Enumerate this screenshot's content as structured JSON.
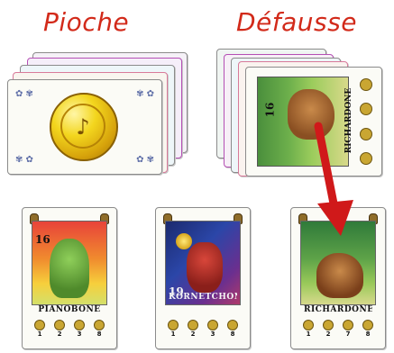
{
  "labels": {
    "draw_pile": "Pioche",
    "discard_pile": "Défausse"
  },
  "colors": {
    "label_red": "#d22a1a",
    "arrow_red": "#d0191a"
  },
  "icons": {
    "draw_pile_coin": "gold-coin-icon",
    "move_arrow": "arrow-down-right-icon",
    "suit_marker": "acorn-icon"
  },
  "discard_top_card": {
    "number": "16",
    "title": "RICHARDONE"
  },
  "hand_cards": [
    {
      "number": "16",
      "title": "PIANOBONE",
      "pips": [
        "1",
        "2",
        "3",
        "8"
      ]
    },
    {
      "number": "19",
      "title": "KORNETCHONE",
      "pips": [
        "1",
        "2",
        "3",
        "8"
      ]
    },
    {
      "number": "",
      "title": "RICHARDONE",
      "pips": [
        "1",
        "2",
        "7",
        "8"
      ]
    }
  ]
}
